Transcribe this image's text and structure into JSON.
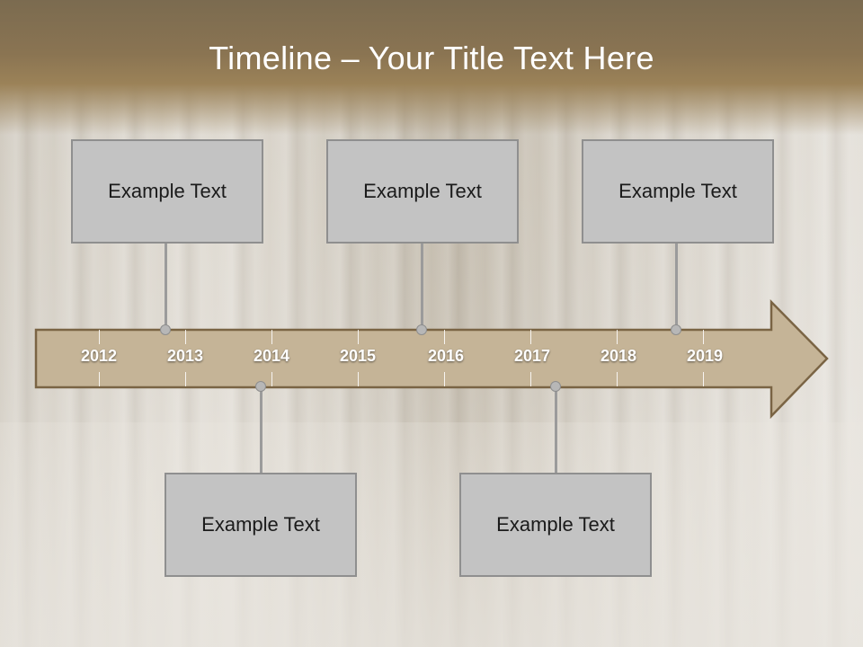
{
  "slide": {
    "title": "Timeline – Your Title Text Here"
  },
  "timeline": {
    "years": [
      "2012",
      "2013",
      "2014",
      "2015",
      "2016",
      "2017",
      "2018",
      "2019"
    ],
    "events": [
      {
        "label": "Example Text"
      },
      {
        "label": "Example Text"
      },
      {
        "label": "Example Text"
      },
      {
        "label": "Example Text"
      },
      {
        "label": "Example Text"
      }
    ]
  },
  "colors": {
    "header": "#8a7452",
    "arrow_fill": "#c5b497",
    "arrow_stroke": "#7a6444",
    "box_fill": "#c3c3c3",
    "box_border": "#8f8f8f"
  }
}
